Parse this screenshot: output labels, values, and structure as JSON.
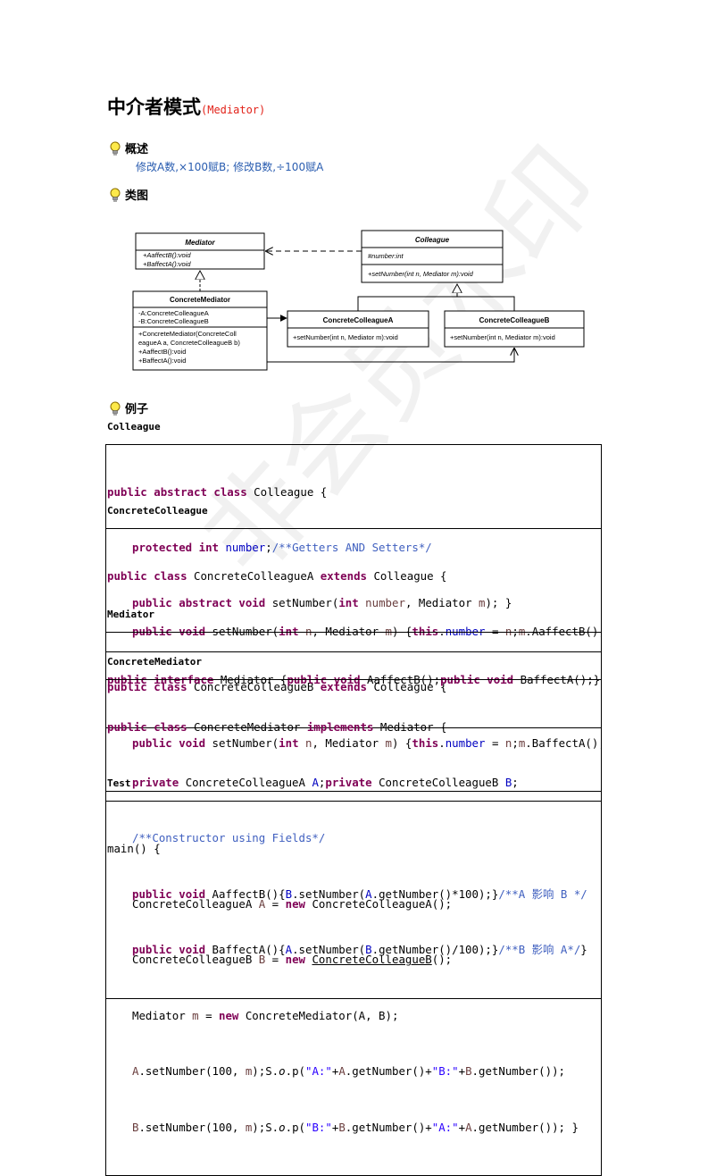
{
  "title": {
    "cn": "中介者模式",
    "en": "(Mediator)"
  },
  "sections": {
    "overview": "概述",
    "class_diagram": "类图",
    "example": "例子"
  },
  "overview_text": "修改A数,×100赋B; 修改B数,÷100赋A",
  "diagram": {
    "mediator": {
      "name": "Mediator",
      "ops": [
        "+AaffectB():void",
        "+BaffectA():void"
      ]
    },
    "colleague": {
      "name": "Colleague",
      "attrs": [
        "#number:int"
      ],
      "ops": [
        "+setNumber(int n, Mediator m):void"
      ]
    },
    "concrete_mediator": {
      "name": "ConcreteMediator",
      "attrs": [
        "-A:ConcreteColleagueA",
        "-B:ConcreteColleagueB"
      ],
      "ops": [
        "+ConcreteMediator(ConcreteColl",
        "eagueA a, ConcreteColleagueB b)",
        "+AaffectB():void",
        "+BaffectA():void"
      ]
    },
    "concrete_a": {
      "name": "ConcreteColleagueA",
      "ops": [
        "+setNumber(int n, Mediator m):void"
      ]
    },
    "concrete_b": {
      "name": "ConcreteColleagueB",
      "ops": [
        "+setNumber(int n, Mediator m):void"
      ]
    }
  },
  "labels": [
    "Colleague",
    "ConcreteColleague",
    "Mediator",
    "ConcreteMediator",
    "Test"
  ],
  "watermark": "非会员水印",
  "code": {
    "colleague": {
      "l1": [
        "public",
        "abstract",
        "class",
        "Colleague {"
      ],
      "l2": [
        "protected",
        "int",
        "number",
        ";",
        "/**Getters AND Setters*/"
      ],
      "l3": [
        "public",
        "abstract",
        "void",
        "setNumber(",
        "int",
        "number",
        ", Mediator ",
        "m",
        "); }"
      ]
    },
    "concrete": {
      "l1": [
        "public",
        "class",
        "ConcreteColleagueA ",
        "extends",
        " Colleague {"
      ],
      "l2": [
        "public",
        "void",
        "setNumber(",
        "int",
        "n",
        ", Mediator ",
        "m",
        ") {",
        "this",
        ".",
        "number",
        " = ",
        "n",
        ";",
        "m",
        ".AaffectB();}}"
      ],
      "l3": [
        "public",
        "class",
        "ConcreteColleagueB ",
        "extends",
        " Colleague {"
      ],
      "l4": [
        "public",
        "void",
        "setNumber(",
        "int",
        "n",
        ", Mediator ",
        "m",
        ") {",
        "this",
        ".",
        "number",
        " = ",
        "n",
        ";",
        "m",
        ".BaffectA();}}"
      ]
    },
    "mediator": {
      "l1": [
        "public",
        "interface",
        "Mediator {",
        "public",
        "void",
        "AaffectB();",
        "public",
        "void",
        "BaffectA();}"
      ]
    },
    "concrete_mediator": {
      "l1": [
        "public",
        "class",
        "ConcreteMediator ",
        "implements",
        " Mediator {"
      ],
      "l2": [
        "private",
        "ConcreteColleagueA ",
        "A",
        ";",
        "private",
        "ConcreteColleagueB ",
        "B",
        ";"
      ],
      "l3": [
        "/**Constructor using Fields*/"
      ],
      "l4": [
        "public",
        "void",
        "AaffectB(){",
        "B",
        ".setNumber(",
        "A",
        ".getNumber()*100);}",
        "/**A 影响 B */"
      ],
      "l5": [
        "public",
        "void",
        "BaffectA(){",
        "A",
        ".setNumber(",
        "B",
        ".getNumber()/100);}",
        "/**B 影响 A*/",
        "}"
      ]
    },
    "test": {
      "l1": [
        "main() {"
      ],
      "l2": [
        "ConcreteColleagueA ",
        "A",
        " = ",
        "new",
        " ConcreteColleagueA();"
      ],
      "l3": [
        "ConcreteColleagueB ",
        "B",
        " = ",
        "new",
        "ConcreteColleagueB",
        "();"
      ],
      "l4": [
        "Mediator ",
        "m",
        " = ",
        "new",
        " ConcreteMediator(A, B);"
      ],
      "l5": [
        "A",
        ".setNumber(100, ",
        "m",
        ");S.",
        "o",
        ".p(",
        "\"A:\"",
        "+",
        "A",
        ".getNumber()+",
        "\"B:\"",
        "+",
        "B",
        ".getNumber());"
      ],
      "l6": [
        "B",
        ".setNumber(100, ",
        "m",
        ");S.",
        "o",
        ".p(",
        "\"B:\"",
        "+",
        "B",
        ".getNumber()+",
        "\"A:\"",
        "+",
        "A",
        ".getNumber()); }"
      ]
    }
  }
}
